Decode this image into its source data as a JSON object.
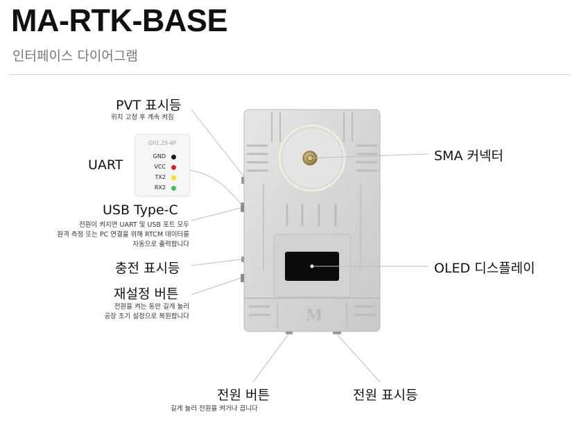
{
  "header": {
    "title": "MA-RTK-BASE",
    "subtitle": "인터페이스 다이어그램"
  },
  "labels": {
    "pvt": {
      "name": "PVT 표시등",
      "desc": "위치 고정 후 계속 켜짐"
    },
    "uart": {
      "name": "UART"
    },
    "usb": {
      "name": "USB Type-C",
      "desc": [
        "전원이 켜지면 UART 및 USB 포트 모두",
        "원격 측정 또는 PC 연결을 위해 RTCM 데이터를",
        "자동으로 출력합니다"
      ]
    },
    "charge": {
      "name": "충전 표시등"
    },
    "reset": {
      "name": "재설정 버튼",
      "desc": [
        "전원을 켜는 동안 길게 눌러",
        "공장 초기 설정으로 복원합니다"
      ]
    },
    "power_button": {
      "name": "전원 버튼",
      "desc": "길게 눌러 전원을 켜거나 끕니다"
    },
    "power_led": {
      "name": "전원 표시등"
    },
    "sma": {
      "name": "SMA 커넥터"
    },
    "oled": {
      "name": "OLED 디스플레이"
    }
  },
  "uart_card": {
    "connector": "GH1.25-4P",
    "pins": [
      {
        "name": "GND",
        "color": "#1a1a1a"
      },
      {
        "name": "VCC",
        "color": "#e02020"
      },
      {
        "name": "TX2",
        "color": "#f2e21c"
      },
      {
        "name": "RX2",
        "color": "#3cc24a"
      }
    ]
  },
  "device": {
    "logo": "M",
    "colors": {
      "body": "#d9d9d9",
      "edge": "#bdbdbd",
      "screen": "#0b0b0b",
      "connector": "#b89a52"
    }
  }
}
